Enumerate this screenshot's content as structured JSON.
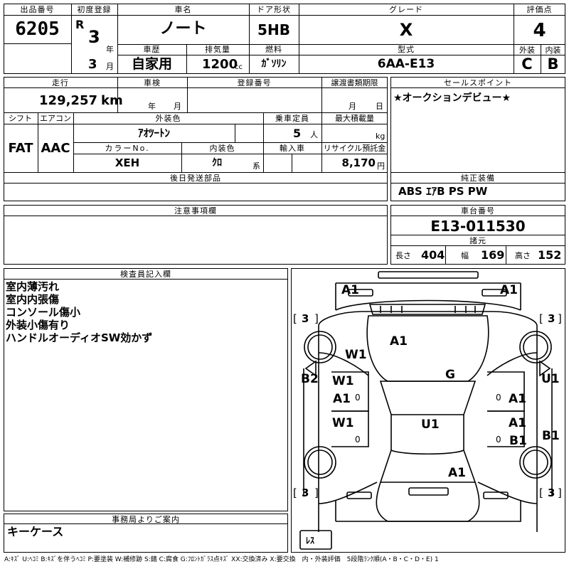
{
  "header": {
    "lot_label": "出品番号",
    "lot_value": "6205",
    "first_reg_label": "初度登録",
    "era": "R",
    "year_value": "3",
    "year_unit": "年",
    "month_value": "3",
    "month_unit": "月",
    "name_label": "車名",
    "name_value": "ノート",
    "door_label": "ドア形状",
    "door_value": "5HB",
    "grade_label": "グレード",
    "grade_value": "X",
    "score_label": "評価点",
    "score_value": "4",
    "history_label": "車歴",
    "history_value": "自家用",
    "displacement_label": "排気量",
    "displacement_value": "1200",
    "displacement_unit": "cc",
    "fuel_label": "燃料",
    "fuel_value": "ｶﾞｿﾘﾝ",
    "model_label": "型式",
    "model_value": "6AA-E13",
    "exterior_label": "外装",
    "exterior_value": "C",
    "interior_label": "内装",
    "interior_value": "B"
  },
  "specs": {
    "mileage_label": "走行",
    "mileage_value": "129,257",
    "mileage_unit": "km",
    "inspection_label": "車検",
    "inspection_year_unit": "年",
    "inspection_month_unit": "月",
    "reg_no_label": "登録番号",
    "transfer_label": "譲渡書類期限",
    "transfer_month_unit": "月",
    "transfer_day_unit": "日",
    "shift_label": "シフト",
    "shift_value": "FAT",
    "ac_label": "エアコン",
    "ac_value": "AAC",
    "color_label": "外装色",
    "color_value": "ｱｵﾂｰﾄﾝ",
    "capacity_label": "乗車定員",
    "capacity_value": "5",
    "capacity_unit": "人",
    "load_label": "最大積載量",
    "load_unit": "kg",
    "color_no_label": "カラーNo.",
    "color_no_value": "XEH",
    "interior_color_label": "内装色",
    "interior_color_value": "ｸﾛ",
    "interior_color_unit": "系",
    "import_label": "輸入車",
    "recycle_label": "リサイクル預託金",
    "recycle_value": "8,170",
    "recycle_unit": "円",
    "later_parts_label": "後日発送部品"
  },
  "sales_point": {
    "label": "セールスポイント",
    "value": "★オークションデビュー★"
  },
  "equipment": {
    "label": "純正装備",
    "value": "ABS ｴｱB PS PW"
  },
  "caution": {
    "label": "注意事項欄"
  },
  "chassis": {
    "label": "車台番号",
    "value": "E13-011530",
    "specs_label": "諸元",
    "length_label": "長さ",
    "length_value": "404",
    "width_label": "幅",
    "width_value": "169",
    "height_label": "高さ",
    "height_value": "152"
  },
  "inspector": {
    "label": "検査員記入欄",
    "notes": [
      "室内薄汚れ",
      "室内内張傷",
      "コンソール傷小",
      "外装小傷有り",
      "ハンドルオーディオSW効かず"
    ]
  },
  "office": {
    "label": "事務局よりご案内",
    "value": "キーケース"
  },
  "diagram": {
    "tires": [
      "3",
      "3",
      "3",
      "3"
    ],
    "spare": "ﾚｽ",
    "marks": {
      "front_left": "A1",
      "front_right": "A1",
      "hood_area": "W1",
      "hood": "A1",
      "windshield": "G",
      "left_fender": "B2",
      "right_fender": "U1",
      "left_front_door_w": "W1",
      "left_front_door_a": "A1",
      "right_front_door": "A1",
      "left_rear_door": "W1",
      "roof": "U1",
      "right_rear_door_a": "A1",
      "right_rear_door_b": "B1",
      "right_quarter": "B1",
      "trunk": "A1",
      "door_small": "0"
    }
  },
  "legend": "A:ｷｽﾞ U:ﾍｺﾐ B:ｷｽﾞを伴うﾍｺﾐ P:要塗装 W:補修跡 S:錆 C:腐食 G:ﾌﾛﾝﾄｶﾞﾗｽ点ｷｽﾞ XX:交換済み X:要交換　内・外装評価　5段階ﾗﾝｸ順(A・B・C・D・E) 1"
}
